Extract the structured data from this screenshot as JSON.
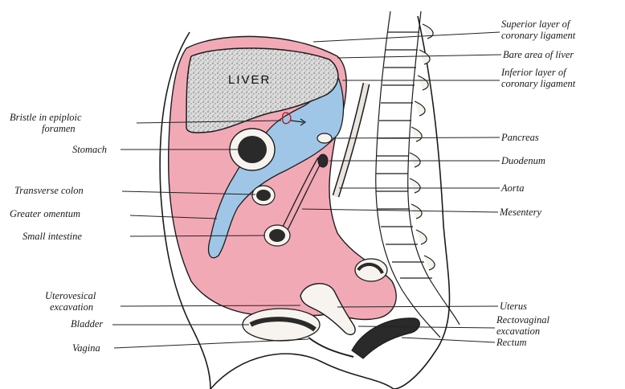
{
  "figure": {
    "organ_text": "LIVER",
    "colors": {
      "peritoneal_cavity": "#f2a9b6",
      "lesser_sac": "#9fc6e6",
      "liver": "#d8d8d8",
      "outline": "#1c1c1c"
    },
    "labels_left": {
      "bristle_1": "Bristle in epiploic",
      "bristle_2": "foramen",
      "stomach": "Stomach",
      "transverse_colon": "Transverse colon",
      "greater_omentum": "Greater omentum",
      "small_intestine": "Small intestine",
      "uterovesical_1": "Uterovesical",
      "uterovesical_2": "excavation",
      "bladder": "Bladder",
      "vagina": "Vagina"
    },
    "labels_right": {
      "superior_1": "Superior layer of",
      "superior_2": "coronary ligament",
      "bare_area": "Bare area of liver",
      "inferior_1": "Inferior layer of",
      "inferior_2": "coronary ligament",
      "pancreas": "Pancreas",
      "duodenum": "Duodenum",
      "aorta": "Aorta",
      "mesentery": "Mesentery",
      "uterus": "Uterus",
      "rectovaginal_1": "Rectovaginal",
      "rectovaginal_2": "excavation",
      "rectum": "Rectum"
    }
  }
}
